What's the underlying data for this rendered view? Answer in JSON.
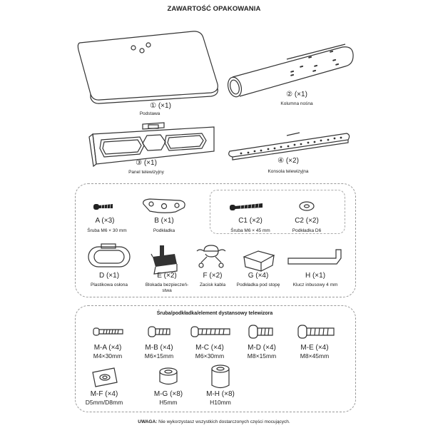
{
  "title": "ZAWARTOŚĆ OPAKOWANIA",
  "main_parts": [
    {
      "num": "① (×1)",
      "name": "Podstawa"
    },
    {
      "num": "② (×1)",
      "name": "Kolumna nośna"
    },
    {
      "num": "③ (×1)",
      "name": "Panel telewizyjny"
    },
    {
      "num": "④ (×2)",
      "name": "Konsola telewizyjna"
    }
  ],
  "hardware": [
    {
      "code": "A (×3)",
      "name": "Śruba M6 × 30 mm"
    },
    {
      "code": "B (×1)",
      "name": "Podkładka"
    },
    {
      "code": "C1 (×2)",
      "name": "Śruba M6 × 45 mm"
    },
    {
      "code": "C2 (×2)",
      "name": "Podkładka D6"
    },
    {
      "code": "D (×1)",
      "name": "Plastikowa osłona"
    },
    {
      "code": "E (×2)",
      "name": "Blokada bezpieczeń-",
      "name2": "stwa"
    },
    {
      "code": "F (×2)",
      "name": "Zacisk kabla"
    },
    {
      "code": "G (×4)",
      "name": "Podkładka pod stopę"
    },
    {
      "code": "H (×1)",
      "name": "Klucz inbusowy 4 mm"
    }
  ],
  "screws_section": {
    "title": "Śruba/podkładka/element dystansowy telewizora",
    "items": [
      {
        "code": "M-A (×4)",
        "dim": "M4×30mm"
      },
      {
        "code": "M-B (×4)",
        "dim": "M6×15mm"
      },
      {
        "code": "M-C (×4)",
        "dim": "M6×30mm"
      },
      {
        "code": "M-D (×4)",
        "dim": "M8×15mm"
      },
      {
        "code": "M-E (×4)",
        "dim": "M8×45mm"
      },
      {
        "code": "M-F (×4)",
        "dim": "D5mm/D8mm"
      },
      {
        "code": "M-G (×8)",
        "dim": "H5mm"
      },
      {
        "code": "M-H (×8)",
        "dim": "H10mm"
      }
    ]
  },
  "note": {
    "label": "UWAGA:",
    "text": " Nie wykorzystasz wszystkich dostarczonych części mocujących."
  }
}
